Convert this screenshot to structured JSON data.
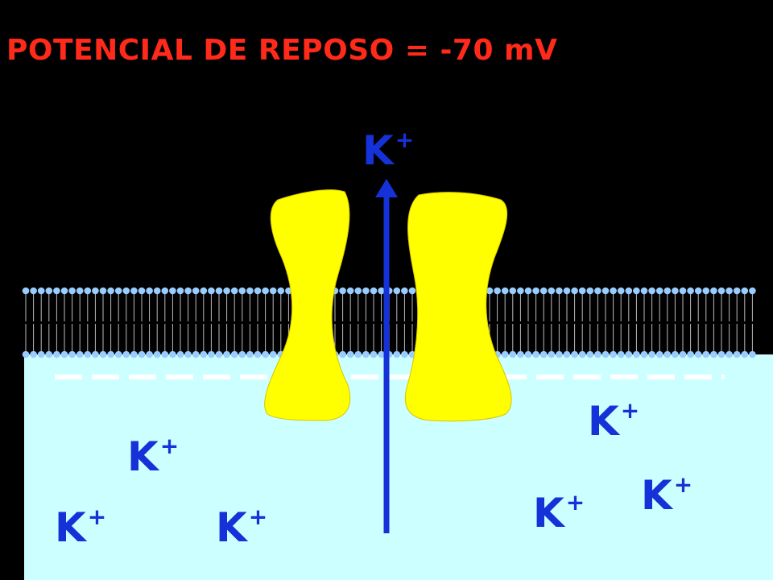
{
  "title": "POTENCIAL DE REPOSO = -70 mV",
  "ion": {
    "symbol": "K",
    "charge": "+"
  },
  "colors": {
    "background": "#000000",
    "intracellular": "#ccffff",
    "title": "#ff2a1a",
    "ion_text": "#1432d8",
    "channel": "#ffff00",
    "arrow": "#1432d8",
    "lipid_head": "#99ccff",
    "lipid_tail": "#000000"
  },
  "icons": [
    "potassium-channel",
    "efflux-arrow",
    "lipid-bilayer"
  ]
}
